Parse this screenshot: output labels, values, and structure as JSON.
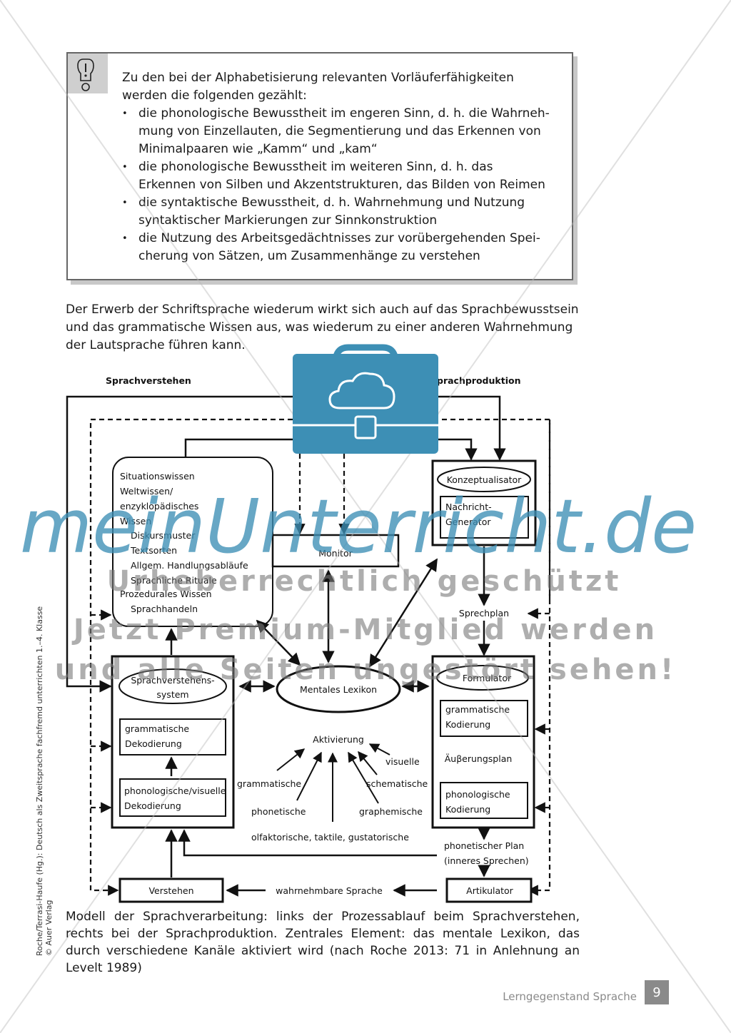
{
  "infobox": {
    "icon": "exclamation-lightbulb-icon",
    "intro": "Zu den bei der Alphabetisierung relevanten Vorläuferfähigkeiten werden die folgenden gezählt:",
    "bullets": [
      "die phonologische Bewusstheit im engeren Sinn, d. h. die Wahrneh­mung von Einzellauten, die Segmentierung und das Erkennen von Minimalpaaren wie „Kamm“ und „kam“",
      "die phonologische Bewusstheit im weiteren Sinn, d. h. das Erkennen von Silben und Akzentstrukturen, das Bilden von Reimen",
      "die syntaktische Bewusstheit, d. h. Wahrnehmung und Nutzung syn­taktischer Markierungen zur Sinnkonstruktion",
      "die Nutzung des Arbeitsgedächtnisses zur vorübergehenden Spei­cherung von Sätzen, um Zusammenhänge zu verstehen"
    ]
  },
  "paragraph": "Der Erwerb der Schriftsprache wiederum wirkt sich auch auf das Sprachbewusstsein und das grammatische Wissen aus, was wiederum zu einer anderen Wahrnehmung der Lautsprache führen kann.",
  "diagram": {
    "heading_left": "Sprachverstehen",
    "heading_right": "Sprachproduktion",
    "knowledge_box": {
      "lines": [
        "Situationswissen",
        "Weltwissen/",
        "enzyklopädisches",
        "Wissen"
      ],
      "sub_lines": [
        "Diskursmuster",
        "Textsorten",
        "Allgem. Handlungsabläufe",
        "Sprachliche Rituale"
      ],
      "procedural": "Prozedurales Wissen",
      "procedural_sub": "Sprachhandeln"
    },
    "monitor": "Monitor",
    "konzeptualisator": "Konzeptualisator",
    "nachricht_1": "Nachricht-",
    "nachricht_2": "Generator",
    "sprechplan": "Sprechplan",
    "verstehenssystem_1": "Sprachverstehens-",
    "verstehenssystem_2": "system",
    "mentales_lexikon": "Mentales Lexikon",
    "formulator": "Formulator",
    "gram_dekodierung_1": "grammatische",
    "gram_dekodierung_2": "Dekodierung",
    "phon_dekodierung_1": "phonologische/visuelle",
    "phon_dekodierung_2": "Dekodierung",
    "gram_kodierung_1": "grammatische",
    "gram_kodierung_2": "Kodierung",
    "aeusserungsplan": "Äuβerungsplan",
    "phon_kodierung_1": "phonologische",
    "phon_kodierung_2": "Kodierung",
    "aktivierung": "Aktivierung",
    "channels": {
      "visuelle": "visuelle",
      "grammatische": "grammatische",
      "schematische": "schematische",
      "phonetische": "phonetische",
      "graphemische": "graphemische",
      "olfaktorische": "olfaktorische, taktile, gustatorische"
    },
    "phonetischer_plan_1": "phonetischer Plan",
    "phonetischer_plan_2": "(inneres Sprechen)",
    "verstehen": "Verstehen",
    "wahrnehmbare_sprache": "wahrnehmbare Sprache",
    "artikulator": "Artikulator"
  },
  "watermark": {
    "logo": "meinUnterricht.de",
    "line1": "Urheberrechtlich geschützt",
    "line2": "Jetzt Premium-Mitglied werden",
    "line3": "und alle Seiten ungestört sehen!",
    "color": "#3d8fb5"
  },
  "caption": "Modell der Sprachverarbeitung: links der Prozessablauf beim Sprachverstehen, rechts bei der Sprachproduktion. Zentrales Element: das mentale Lexikon, das durch ver­schiedene Kanäle aktiviert wird (nach Roche 2013: 71 in Anlehnung an Levelt 1989)",
  "side_credit_1": "Roche/Terrasi-Haufe (Hg.): Deutsch als Zweitsprache fachfremd unterrichten 1.–4. Klasse",
  "side_credit_2": "© Auer Verlag",
  "footer": {
    "label": "Lerngegenstand Sprache",
    "page": "9"
  }
}
